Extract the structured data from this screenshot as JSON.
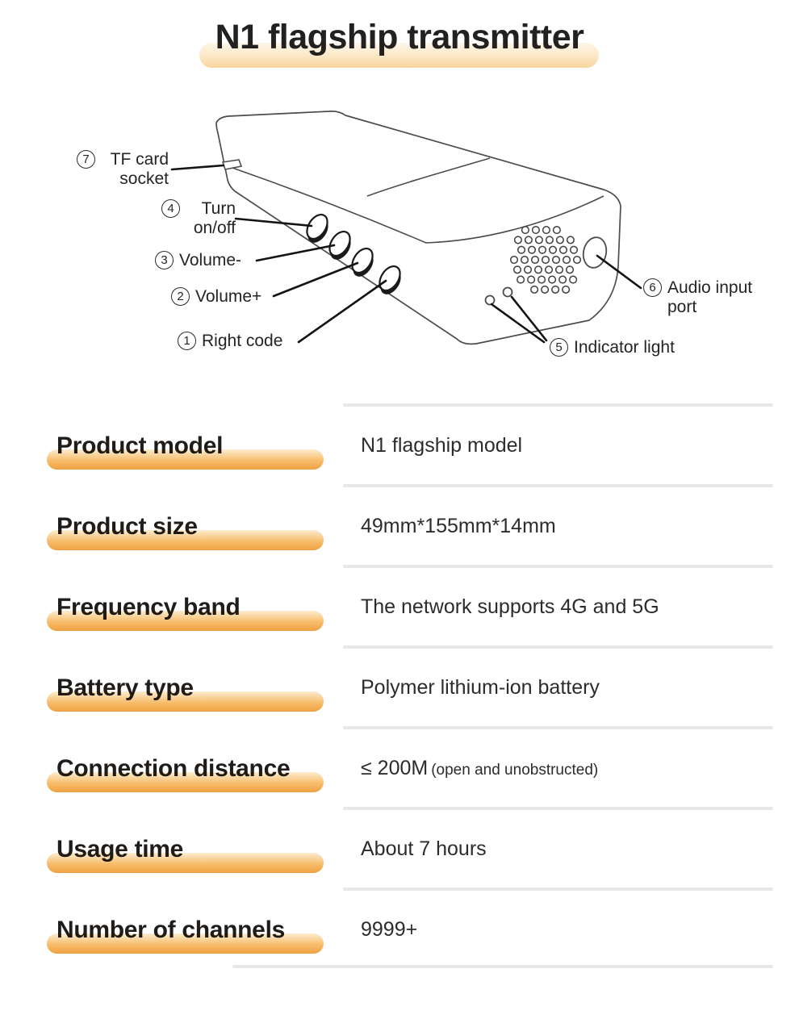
{
  "title": "N1 flagship transmitter",
  "diagram": {
    "callouts": [
      {
        "num": "7",
        "label": "TF card\nsocket"
      },
      {
        "num": "4",
        "label": "Turn\non/off"
      },
      {
        "num": "3",
        "label": "Volume-"
      },
      {
        "num": "2",
        "label": "Volume+"
      },
      {
        "num": "1",
        "label": "Right code"
      },
      {
        "num": "6",
        "label": "Audio input\nport"
      },
      {
        "num": "5",
        "label": "Indicator light"
      }
    ],
    "features": [
      "tf-card-slot",
      "power-button",
      "volume-minus-button",
      "volume-plus-button",
      "right-code-button",
      "speaker-grille",
      "audio-input-port",
      "indicator-lights"
    ]
  },
  "specs": {
    "rows": [
      {
        "label": "Product model",
        "value": "N1 flagship model"
      },
      {
        "label": "Product size",
        "value": "49mm*155mm*14mm"
      },
      {
        "label": "Frequency band",
        "value": "The network supports 4G and 5G"
      },
      {
        "label": "Battery type",
        "value": "Polymer lithium-ion battery"
      },
      {
        "label": "Connection distance",
        "value": "≤ 200M",
        "note": "(open and unobstructed)"
      },
      {
        "label": "Usage time",
        "value": "About 7 hours"
      },
      {
        "label": "Number of channels",
        "value": "9999+"
      }
    ]
  },
  "colors": {
    "highlight_top": "#fcecd0",
    "highlight_bottom": "#efa042",
    "title_highlight_bottom": "#f7d59c",
    "divider": "#e7e7e7",
    "text_dark": "#232020",
    "line_art": "#4c4c4c"
  }
}
